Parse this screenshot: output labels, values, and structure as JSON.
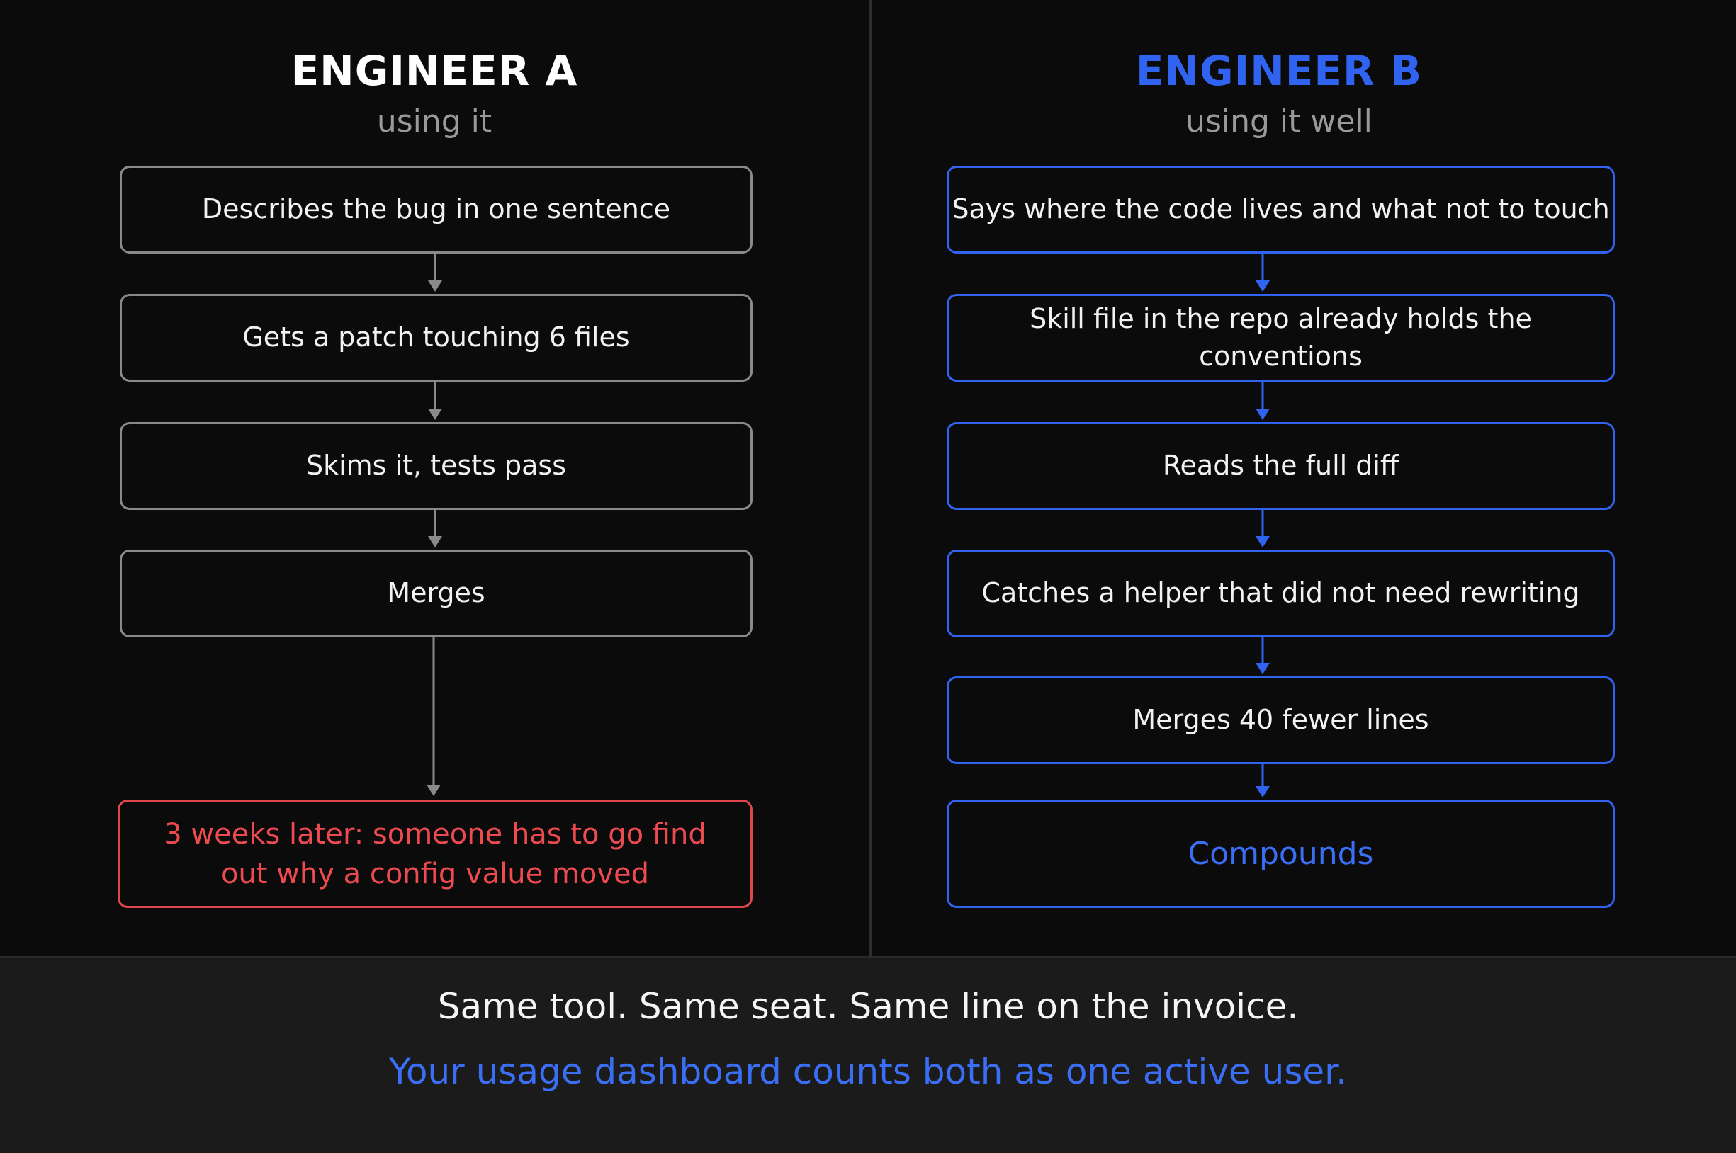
{
  "colors": {
    "background": "#0b0b0b",
    "footer_background": "#1b1b1b",
    "neutral_border": "#8a8a8a",
    "blue_accent": "#2f63f0",
    "red_alert": "#e0474c"
  },
  "engineer_a": {
    "title": "ENGINEER A",
    "subtitle": "using it",
    "steps": [
      "Describes the bug in one sentence",
      "Gets a patch touching 6 files",
      "Skims it, tests pass",
      "Merges"
    ],
    "outcome": "3 weeks later: someone has to go find out why a config value moved"
  },
  "engineer_b": {
    "title": "ENGINEER B",
    "subtitle": "using it well",
    "steps": [
      "Says where the code lives and what not to touch",
      "Skill file in the repo already holds the conventions",
      "Reads the full diff",
      "Catches a helper that did not need rewriting",
      "Merges 40 fewer lines"
    ],
    "outcome": "Compounds"
  },
  "footer": {
    "line1": "Same tool. Same seat. Same line on the invoice.",
    "line2": "Your usage dashboard counts both as one active user."
  }
}
